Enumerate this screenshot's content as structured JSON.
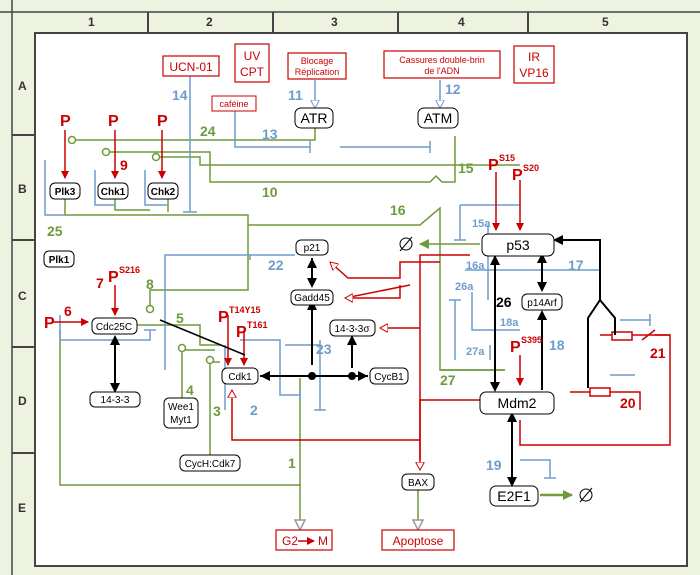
{
  "grid": {
    "columns": [
      "1",
      "2",
      "3",
      "4",
      "5"
    ],
    "rows": [
      "A",
      "B",
      "C",
      "D",
      "E"
    ]
  },
  "stimuli": {
    "ucn01": "UCN-01",
    "uv": "UV",
    "cpt": "CPT",
    "blocage1": "Blocage",
    "blocage2": "Réplication",
    "cassures1": "Cassures double-brin",
    "cassures2": "de l'ADN",
    "ir": "IR",
    "vp16": "VP16",
    "cafeine": "caféine"
  },
  "nodes": {
    "atr": "ATR",
    "atm": "ATM",
    "plk3": "Plk3",
    "chk1": "Chk1",
    "chk2": "Chk2",
    "plk1": "Plk1",
    "p53": "p53",
    "p21": "p21",
    "gadd45": "Gadd45",
    "p14arf": "p14Arf",
    "cdc25c": "Cdc25C",
    "protein1433": "14-3-3",
    "protein1433s": "14-3-3σ",
    "cdk1": "Cdk1",
    "cycb1": "CycB1",
    "wee1": "Wee1",
    "myt1": "Myt1",
    "cych": "CycH:Cdk7",
    "mdm2": "Mdm2",
    "bax": "BAX",
    "e2f1": "E2F1",
    "g2m": "G2",
    "g2m_m": "M",
    "apoptose": "Apoptose"
  },
  "phospho": {
    "p": "P",
    "s15": "S15",
    "s20": "S20",
    "s216": "S216",
    "t14y15": "T14Y15",
    "t161": "T161",
    "s395": "S395"
  },
  "numbers": {
    "n1": "1",
    "n2": "2",
    "n3": "3",
    "n4": "4",
    "n5": "5",
    "n6": "6",
    "n7": "7",
    "n8": "8",
    "n9": "9",
    "n10": "10",
    "n11": "11",
    "n12": "12",
    "n13": "13",
    "n14": "14",
    "n15": "15",
    "n15a": "15a",
    "n16": "16",
    "n16a": "16a",
    "n17": "17",
    "n18": "18",
    "n18a": "18a",
    "n19": "19",
    "n20": "20",
    "n21": "21",
    "n22": "22",
    "n23": "23",
    "n24": "24",
    "n25": "25",
    "n26": "26",
    "n26a": "26a",
    "n27": "27",
    "n27a": "27a"
  },
  "colors": {
    "background": "#eef3e0",
    "red": "#cc0000",
    "blue": "#6f9ccd",
    "green": "#6f9a3c",
    "black": "#000000"
  },
  "icons": {
    "degradation": "empty-set-icon"
  }
}
